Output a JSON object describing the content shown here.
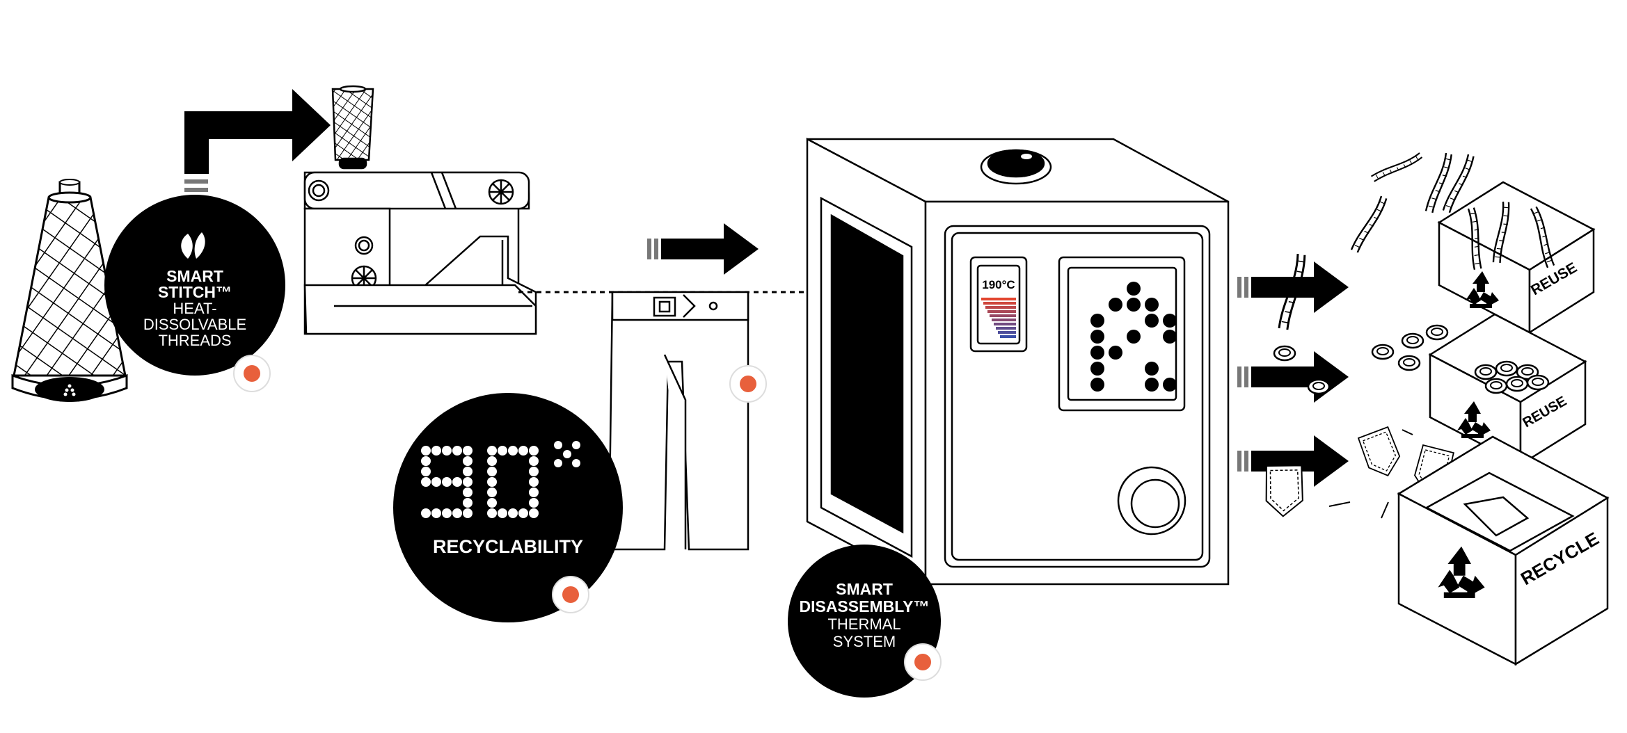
{
  "labels": {
    "stitch_line1": "SMART",
    "stitch_line2": "STITCH™",
    "stitch_line3": "HEAT-",
    "stitch_line4": "DISSOLVABLE",
    "stitch_line5": "THREADS",
    "recyclability_value": "90",
    "recyclability_unit": "%",
    "recyclability_label": "RECYCLABILITY",
    "disassembly_line1": "SMART",
    "disassembly_line2": "DISASSEMBLY™",
    "disassembly_line3": "THERMAL",
    "disassembly_line4": "SYSTEM",
    "temperature": "190°C",
    "box_reuse_1": "REUSE",
    "box_reuse_2": "REUSE",
    "box_recycle": "RECYCLE"
  },
  "colors": {
    "ink": "#000000",
    "paper": "#ffffff",
    "hotspot": "#e8603c",
    "temp_hot": "#e2452f",
    "temp_cold": "#3a4ea8"
  },
  "icons": {
    "leaf": "leaf-icon",
    "recycle": "recycle-icon",
    "logo": "dot-logo-icon"
  }
}
